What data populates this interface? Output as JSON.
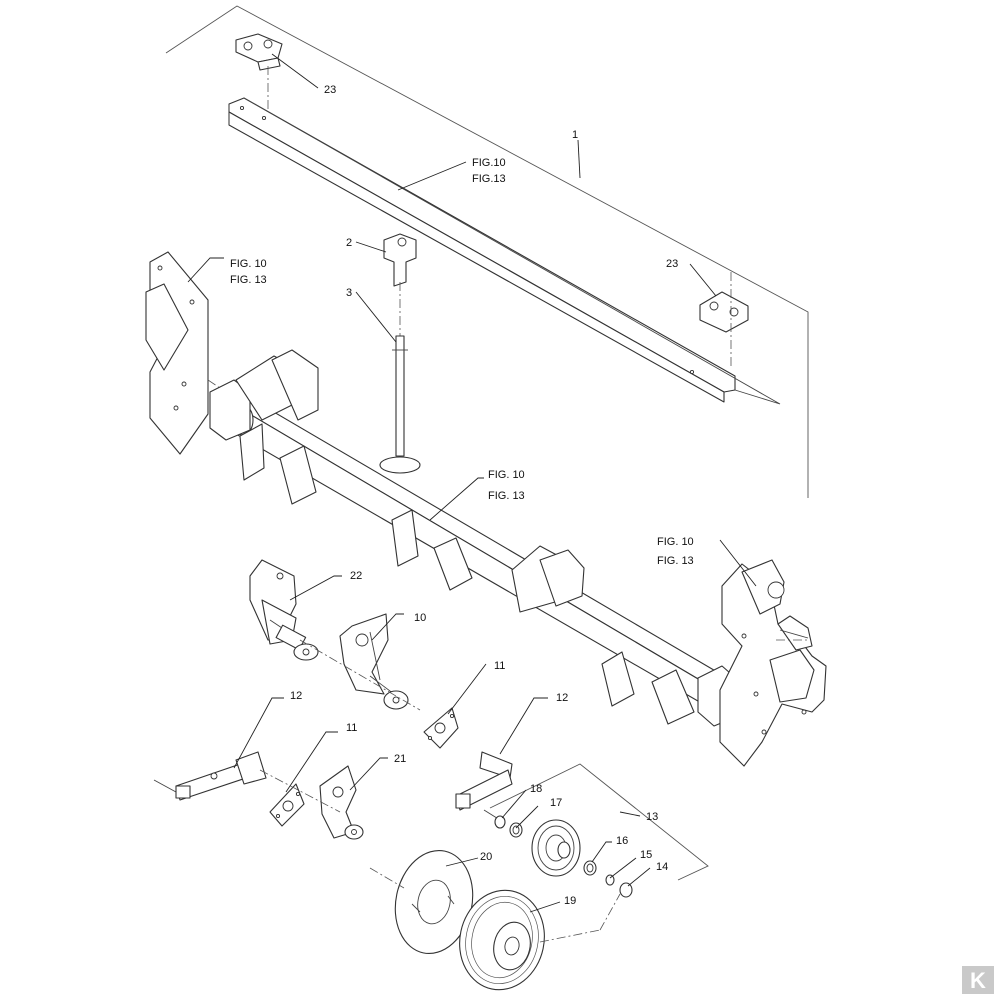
{
  "diagram": {
    "callouts": {
      "c1": "1",
      "c2": "2",
      "c3": "3",
      "c10": "10",
      "c11a": "11",
      "c11b": "11",
      "c12a": "12",
      "c12b": "12",
      "c13": "13",
      "c14": "14",
      "c15": "15",
      "c16": "16",
      "c17": "17",
      "c18": "18",
      "c19": "19",
      "c20": "20",
      "c21": "21",
      "c22": "22",
      "c23a": "23",
      "c23b": "23"
    },
    "figure_refs": {
      "top_beam": [
        "FIG.10",
        "FIG.13"
      ],
      "left_frame": [
        "FIG. 10",
        "FIG. 13"
      ],
      "axle_tube": [
        "FIG. 10",
        "FIG. 13"
      ],
      "right_frame": [
        "FIG. 10",
        "FIG. 13"
      ]
    }
  },
  "brand": {
    "logo_glyph": "K",
    "logo_color": "#c9c9c9"
  }
}
